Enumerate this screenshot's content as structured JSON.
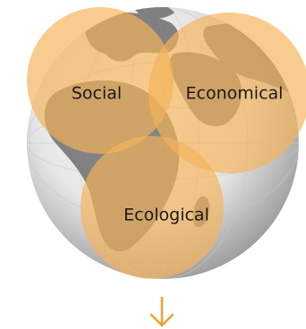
{
  "diagram": {
    "circles": [
      {
        "key": "social",
        "label": "Social"
      },
      {
        "key": "economical",
        "label": "Economical"
      },
      {
        "key": "ecological",
        "label": "Ecological"
      }
    ],
    "arrow": {
      "icon": "arrow-down-icon"
    }
  },
  "colors": {
    "circle_fill": "#f5b35a",
    "arrow": "#f0a030",
    "globe_light": "#f2f2f2",
    "globe_dark": "#9a9a9a",
    "land": "#6e6e6e"
  }
}
